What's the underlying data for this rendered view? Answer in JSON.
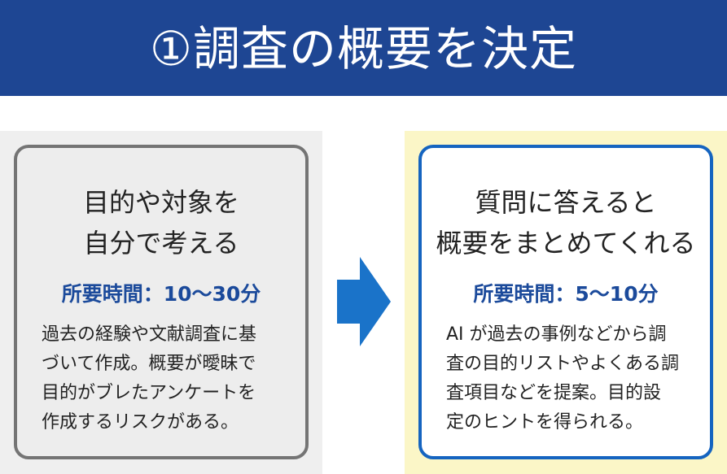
{
  "header": {
    "title": "①調査の概要を決定"
  },
  "left_card": {
    "title_lines": [
      "目的や対象を",
      "自分で考える"
    ],
    "time": "所要時間：10〜30分",
    "desc_lines": [
      "過去の経験や文献調査に基",
      "づいて作成。概要が曖昧で",
      "目的がブレたアンケートを",
      "作成するリスクがある。"
    ]
  },
  "right_card": {
    "title_lines": [
      "質問に答えると",
      "概要をまとめてくれる"
    ],
    "time": "所要時間：5〜10分",
    "desc_lines": [
      "AI が過去の事例などから調",
      "査の目的リストやよくある調",
      "査項目などを提案。目的設",
      "定のヒントを得られる。"
    ]
  },
  "colors": {
    "header_bg": "#1e4693",
    "left_border": "#747474",
    "right_border": "#1564c0",
    "time_text": "#1b4a9b",
    "arrow": "#1a73c9",
    "right_panel_bg": "#fbf6c7"
  },
  "icons": {
    "arrow": "arrow-right-icon"
  }
}
